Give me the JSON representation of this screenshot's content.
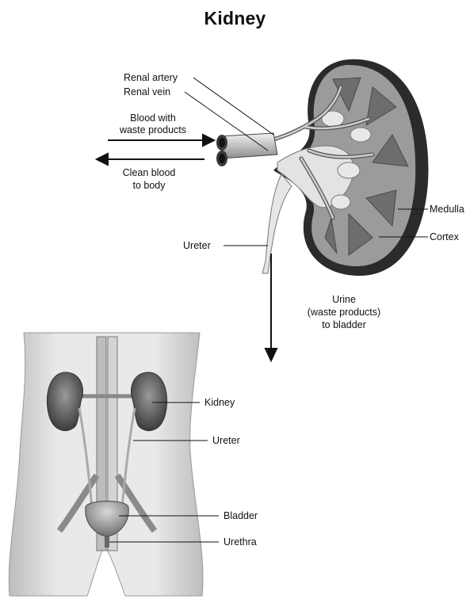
{
  "title": "Kidney",
  "labels": {
    "renal_artery": "Renal artery",
    "renal_vein": "Renal vein",
    "blood_in_1": "Blood with",
    "blood_in_2": "waste products",
    "clean_1": "Clean blood",
    "clean_2": "to body",
    "medulla": "Medulla",
    "cortex": "Cortex",
    "ureter_top": "Ureter",
    "urine_1": "Urine",
    "urine_2": "(waste products)",
    "urine_3": "to bladder",
    "kidney": "Kidney",
    "ureter_body": "Ureter",
    "bladder": "Bladder",
    "urethra": "Urethra"
  }
}
